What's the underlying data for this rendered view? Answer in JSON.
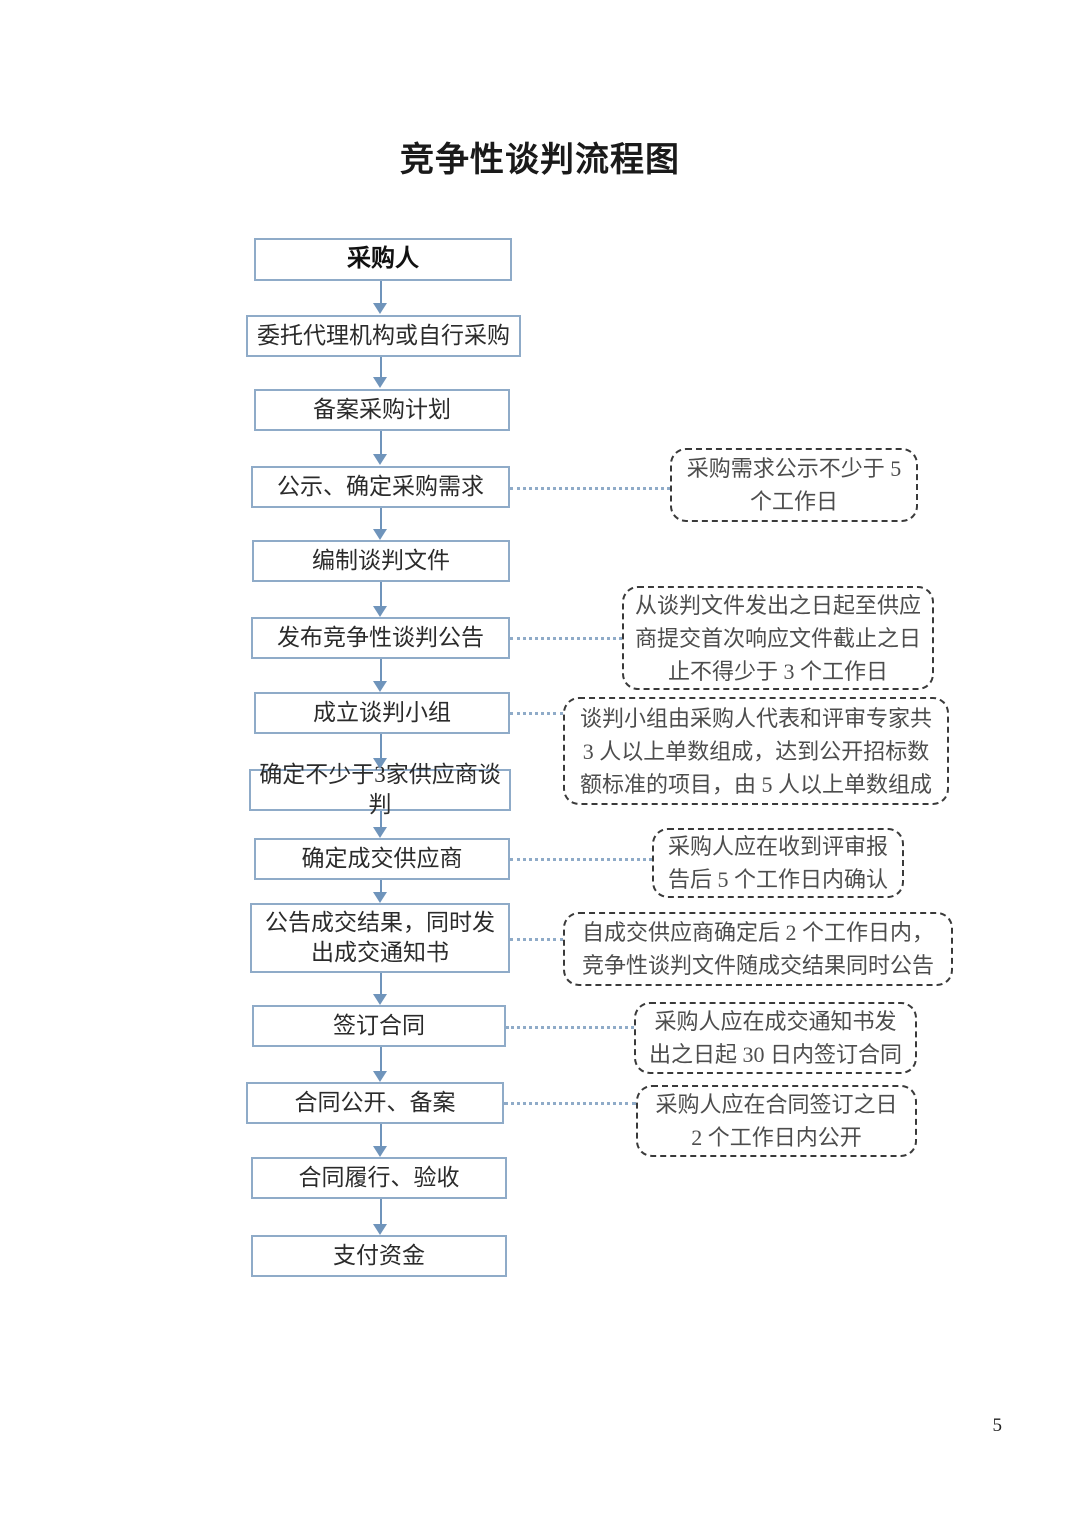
{
  "document": {
    "title": "竞争性谈判流程图",
    "page_number": "5"
  },
  "colors": {
    "box_border": "#8fabc8",
    "arrow": "#6f94bb",
    "note_border": "#3a3a3a",
    "note_text": "#4d4d4d",
    "connector": "#8fabc8"
  },
  "flow": {
    "nodes": [
      {
        "id": "n1",
        "label": "采购人"
      },
      {
        "id": "n2",
        "label": "委托代理机构或自行采购"
      },
      {
        "id": "n3",
        "label": "备案采购计划"
      },
      {
        "id": "n4",
        "label": "公示、确定采购需求"
      },
      {
        "id": "n5",
        "label": "编制谈判文件"
      },
      {
        "id": "n6",
        "label": "发布竞争性谈判公告"
      },
      {
        "id": "n7",
        "label": "成立谈判小组"
      },
      {
        "id": "n8",
        "label": "确定不少于3家供应商谈判"
      },
      {
        "id": "n9",
        "label": "确定成交供应商"
      },
      {
        "id": "n10",
        "label": "公告成交结果，同时发出成交通知书"
      },
      {
        "id": "n11",
        "label": "签订合同"
      },
      {
        "id": "n12",
        "label": "合同公开、备案"
      },
      {
        "id": "n13",
        "label": "合同履行、验收"
      },
      {
        "id": "n14",
        "label": "支付资金"
      }
    ]
  },
  "notes": [
    {
      "id": "note1",
      "attached_to": "n4",
      "label": "采购需求公示不少于 5 个工作日"
    },
    {
      "id": "note2",
      "attached_to": "n6",
      "label": "从谈判文件发出之日起至供应商提交首次响应文件截止之日止不得少于 3 个工作日"
    },
    {
      "id": "note3",
      "attached_to": "n7",
      "label": "谈判小组由采购人代表和评审专家共 3 人以上单数组成，达到公开招标数额标准的项目，由 5 人以上单数组成"
    },
    {
      "id": "note4",
      "attached_to": "n9",
      "label": "采购人应在收到评审报告后 5 个工作日内确认"
    },
    {
      "id": "note5",
      "attached_to": "n10",
      "label": "自成交供应商确定后 2 个工作日内，竞争性谈判文件随成交结果同时公告"
    },
    {
      "id": "note6",
      "attached_to": "n11",
      "label": "采购人应在成交通知书发出之日起 30 日内签订合同"
    },
    {
      "id": "note7",
      "attached_to": "n12",
      "label": "采购人应在合同签订之日 2 个工作日内公开"
    }
  ]
}
